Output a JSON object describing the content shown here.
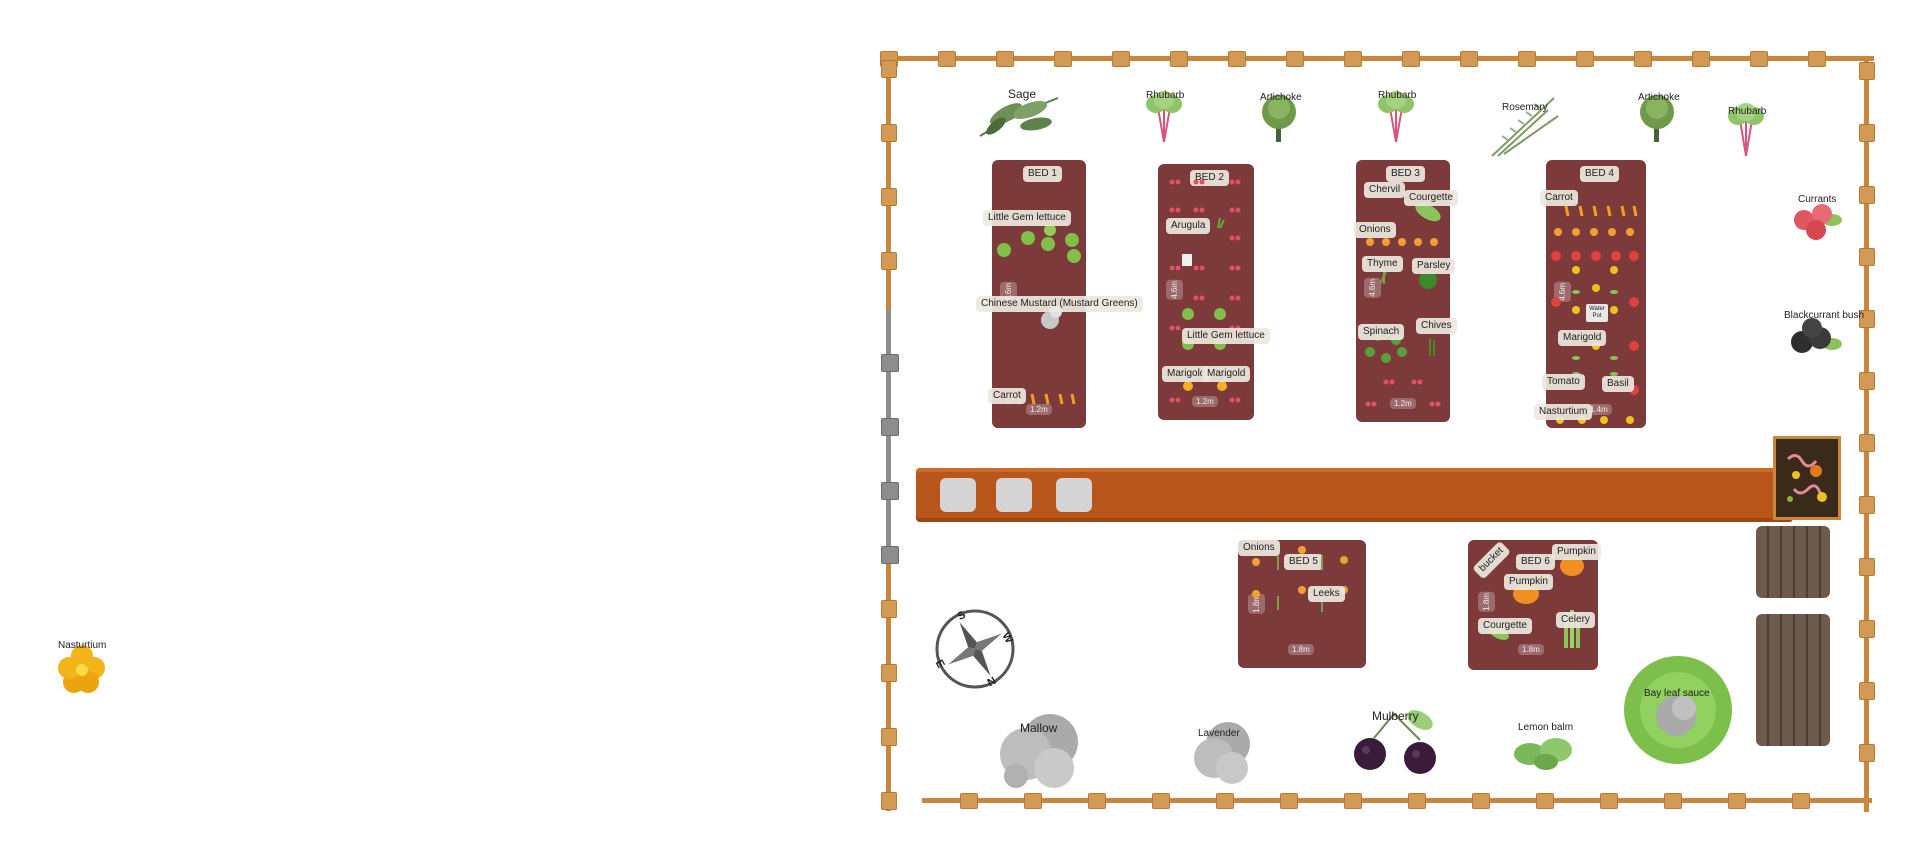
{
  "beds": {
    "bed1": {
      "title": "BED 1",
      "plants": [
        "Little Gem lettuce",
        "Chinese Mustard (Mustard Greens)",
        "Carrot"
      ],
      "width": "1.2m",
      "height": "4.6m"
    },
    "bed2": {
      "title": "BED 2",
      "plants": [
        "Arugula",
        "Little Gem lettuce",
        "Marigold",
        "Marigold"
      ],
      "width": "1.2m",
      "height": "4.6m"
    },
    "bed3": {
      "title": "BED 3",
      "plants": [
        "Chervil",
        "Courgette",
        "Onions",
        "Thyme",
        "Parsley",
        "Spinach",
        "Chives"
      ],
      "width": "1.2m",
      "height": "4.6m"
    },
    "bed4": {
      "title": "BED 4",
      "plants": [
        "Carrot",
        "Marigold",
        "Tomato",
        "Basil",
        "Nasturtium"
      ],
      "width": "1.4m",
      "height": "4.6m",
      "water": "Water Pot"
    },
    "bed5": {
      "title": "BED 5",
      "plants": [
        "Onions",
        "Leeks"
      ],
      "width": "1.8m",
      "height": "1.8m"
    },
    "bed6": {
      "title": "BED 6",
      "plants": [
        "Pumpkin",
        "Pumpkin",
        "bucket",
        "Courgette",
        "Celery"
      ],
      "width": "1.8m",
      "height": "1.8m"
    }
  },
  "top_plants": [
    "Sage",
    "Rhubarb",
    "Artichoke",
    "Rhubarb",
    "Rosemary",
    "Artichoke",
    "Rhubarb"
  ],
  "side_plants": [
    "Currants",
    "Blackcurrant bush"
  ],
  "bottom_plants": [
    "Mallow",
    "Lavender",
    "Mulberry",
    "Lemon balm",
    "Bay leaf sauce"
  ],
  "stray_plant": "Nasturtium",
  "compass": {
    "n": "N",
    "s": "S",
    "e": "E",
    "w": "W"
  },
  "colors": {
    "bed": "#7d3a3a",
    "fence": "#c8863f",
    "path": "#b8561c",
    "gate": "#8d8d8d"
  }
}
